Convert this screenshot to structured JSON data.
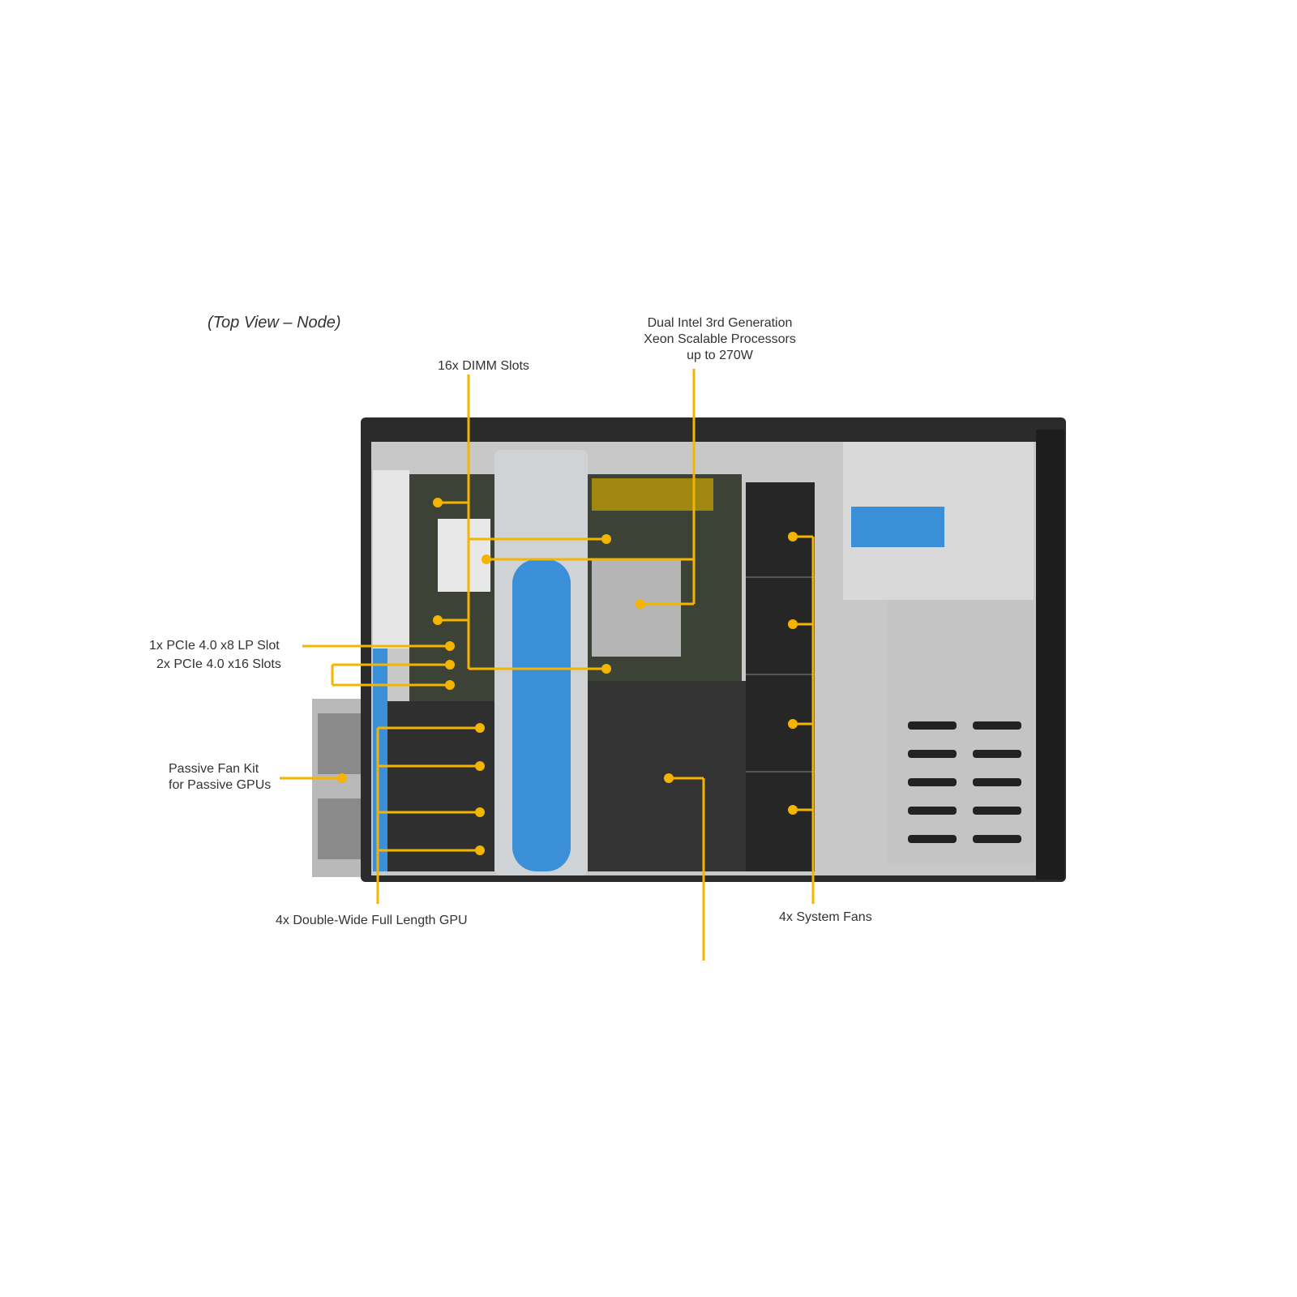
{
  "view_title": "(Top View – Node)",
  "callouts": {
    "dimm": "16x DIMM Slots",
    "cpu_line1": "Dual Intel 3rd Generation",
    "cpu_line2": "Xeon Scalable Processors",
    "cpu_line3": "up to 270W",
    "pcie_x8": "1x PCIe 4.0 x8 LP Slot",
    "pcie_x16": "2x PCIe 4.0 x16 Slots",
    "fan_kit_line1": "Passive Fan Kit",
    "fan_kit_line2": "for Passive GPUs",
    "gpu": "4x Double-Wide Full Length GPU",
    "fans": "4x System Fans"
  },
  "colors": {
    "callout": "#f5b400",
    "chassis": "#2b2b2b",
    "blue": "#3a8fd8"
  }
}
